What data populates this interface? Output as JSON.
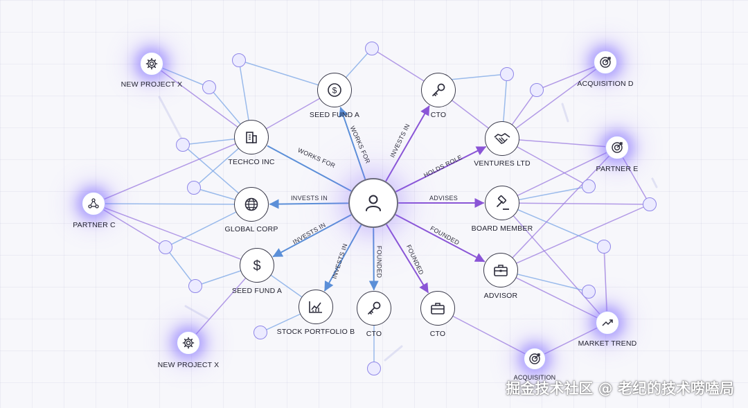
{
  "center": {
    "icon": "user-icon"
  },
  "nodes": [
    {
      "id": "seed-fund-a-top",
      "label": "SEED FUND A",
      "icon": "dollar-coin-icon"
    },
    {
      "id": "cto-top",
      "label": "CTO",
      "icon": "key-icon"
    },
    {
      "id": "techco",
      "label": "TECHCO INC",
      "icon": "building-icon"
    },
    {
      "id": "global-corp",
      "label": "GLOBAL CORP",
      "icon": "globe-icon"
    },
    {
      "id": "seed-fund-a-left",
      "label": "SEED FUND A",
      "icon": "dollar-icon"
    },
    {
      "id": "stock-portfolio-b",
      "label": "STOCK PORTFOLIO B",
      "icon": "chart-up-icon"
    },
    {
      "id": "cto-bottom",
      "label": "CTO",
      "icon": "key-icon"
    },
    {
      "id": "cto-bottom-right",
      "label": "CTO",
      "icon": "briefcase-icon"
    },
    {
      "id": "ventures",
      "label": "VENTURES LTD",
      "icon": "handshake-icon"
    },
    {
      "id": "board-member",
      "label": "BOARD MEMBER",
      "icon": "gavel-icon"
    },
    {
      "id": "advisor",
      "label": "ADVISOR",
      "icon": "briefcase-icon"
    }
  ],
  "outer_nodes": [
    {
      "id": "new-project-x-top",
      "label": "NEW PROJECT X",
      "icon": "gear-icon"
    },
    {
      "id": "partner-c",
      "label": "PARTNER C",
      "icon": "network-icon"
    },
    {
      "id": "new-project-x-bottom",
      "label": "NEW PROJECT X",
      "icon": "gear-icon"
    },
    {
      "id": "acquisition-d",
      "label": "ACQUISITION D",
      "icon": "target-icon"
    },
    {
      "id": "partner-e",
      "label": "PARTNER E",
      "icon": "target-icon"
    },
    {
      "id": "market-trend",
      "label": "MARKET TREND",
      "icon": "trend-icon"
    },
    {
      "id": "acquisition-bottom",
      "label": "ACQUISITION",
      "icon": "target-icon"
    }
  ],
  "edge_labels": [
    {
      "text": "WORKS FOR"
    },
    {
      "text": "WORKS FOR"
    },
    {
      "text": "INVESTS IN"
    },
    {
      "text": "HOLDS ROLE"
    },
    {
      "text": "INVESTS IN"
    },
    {
      "text": "ADVISES"
    },
    {
      "text": "INVESTS IN"
    },
    {
      "text": "FOUNDED"
    },
    {
      "text": "INVESTS IN"
    },
    {
      "text": "FOUNDED"
    },
    {
      "text": "FOUNDED"
    }
  ],
  "watermark": "掘金技术社区 @ 老纪的技术唠嗑局",
  "colors": {
    "edge_blue": "#5b8fd8",
    "edge_purple": "#8a55d6",
    "glow": "#7a6cff",
    "dot_fill": "#ecebff"
  }
}
